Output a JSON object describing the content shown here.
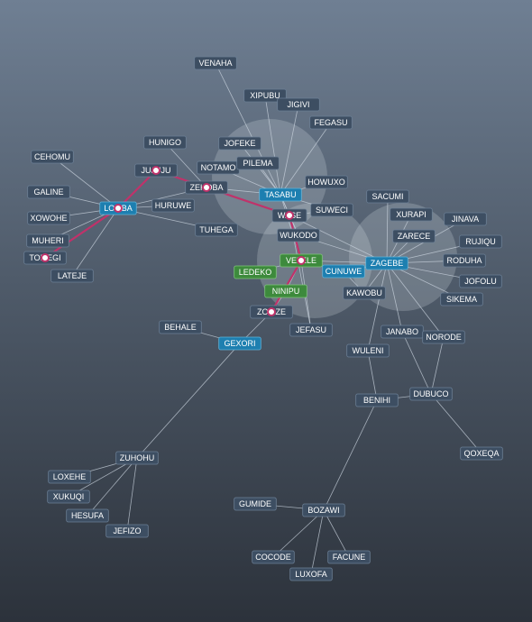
{
  "colors": {
    "node_default": "#3d4e62",
    "node_border": "#6b7f95",
    "node_blue": "#1d7fb0",
    "node_green": "#3d8a3c",
    "edge": "#c9d3dd",
    "path": "#c0326a",
    "halo": "#dfe6ee"
  },
  "nodes": [
    {
      "id": "VENAHA",
      "label": "VENAHA",
      "type": "default"
    },
    {
      "id": "XIPUBU",
      "label": "XIPUBU",
      "type": "default"
    },
    {
      "id": "JIGIVI",
      "label": "JIGIVI",
      "type": "default"
    },
    {
      "id": "FEGASU",
      "label": "FEGASU",
      "type": "default"
    },
    {
      "id": "HUNIGO",
      "label": "HUNIGO",
      "type": "default"
    },
    {
      "id": "JOFEKE",
      "label": "JOFEKE",
      "type": "default"
    },
    {
      "id": "CEHOMU",
      "label": "CEHOMU",
      "type": "default"
    },
    {
      "id": "JUJUJU",
      "label": "JUJUJU",
      "type": "default",
      "on_path": true
    },
    {
      "id": "NOTAMO",
      "label": "NOTAMO",
      "type": "default"
    },
    {
      "id": "PILEMA",
      "label": "PILEMA",
      "type": "default"
    },
    {
      "id": "HOWUXO",
      "label": "HOWUXO",
      "type": "default"
    },
    {
      "id": "ZEHOBA",
      "label": "ZEHOBA",
      "type": "default",
      "on_path": true
    },
    {
      "id": "TASABU",
      "label": "TASABU",
      "type": "blue"
    },
    {
      "id": "GALINE",
      "label": "GALINE",
      "type": "default"
    },
    {
      "id": "SACUMI",
      "label": "SACUMI",
      "type": "default"
    },
    {
      "id": "LOMBA",
      "label": "LOMBA",
      "type": "blue",
      "on_path": true
    },
    {
      "id": "HURUWE",
      "label": "HURUWE",
      "type": "default"
    },
    {
      "id": "SUWECI",
      "label": "SUWECI",
      "type": "default"
    },
    {
      "id": "XURAPI",
      "label": "XURAPI",
      "type": "default"
    },
    {
      "id": "WASE",
      "label": "WASE",
      "type": "default",
      "on_path": true
    },
    {
      "id": "JINAVA",
      "label": "JINAVA",
      "type": "default"
    },
    {
      "id": "XOWOHE",
      "label": "XOWOHE",
      "type": "default"
    },
    {
      "id": "TUHEGA",
      "label": "TUHEGA",
      "type": "default"
    },
    {
      "id": "WUKODO",
      "label": "WUKODO",
      "type": "default"
    },
    {
      "id": "ZARECE",
      "label": "ZARECE",
      "type": "default"
    },
    {
      "id": "MUHERI",
      "label": "MUHERI",
      "type": "default"
    },
    {
      "id": "RUJIQU",
      "label": "RUJIQU",
      "type": "default"
    },
    {
      "id": "TOMEGI",
      "label": "TOMEGI",
      "type": "default",
      "on_path": true
    },
    {
      "id": "VELELE",
      "label": "VELELE",
      "type": "green",
      "on_path": true
    },
    {
      "id": "ZAGEBE",
      "label": "ZAGEBE",
      "type": "blue"
    },
    {
      "id": "RODUHA",
      "label": "RODUHA",
      "type": "default"
    },
    {
      "id": "LEDEKO",
      "label": "LEDEKO",
      "type": "green"
    },
    {
      "id": "CUNUWE",
      "label": "CUNUWE",
      "type": "blue"
    },
    {
      "id": "LATEJE",
      "label": "LATEJE",
      "type": "default"
    },
    {
      "id": "JOFOLU",
      "label": "JOFOLU",
      "type": "default"
    },
    {
      "id": "KAWOBU",
      "label": "KAWOBU",
      "type": "default"
    },
    {
      "id": "NINIPU",
      "label": "NINIPU",
      "type": "green"
    },
    {
      "id": "SIKEMA",
      "label": "SIKEMA",
      "type": "default"
    },
    {
      "id": "ZOZIZE",
      "label": "ZOZIZE",
      "type": "default",
      "on_path": true
    },
    {
      "id": "JEFASU",
      "label": "JEFASU",
      "type": "default"
    },
    {
      "id": "BEHALE",
      "label": "BEHALE",
      "type": "default"
    },
    {
      "id": "JANABO",
      "label": "JANABO",
      "type": "default"
    },
    {
      "id": "NORODE",
      "label": "NORODE",
      "type": "default"
    },
    {
      "id": "GEXORI",
      "label": "GEXORI",
      "type": "blue"
    },
    {
      "id": "WULENI",
      "label": "WULENI",
      "type": "default"
    },
    {
      "id": "BENIHI",
      "label": "BENIHI",
      "type": "default"
    },
    {
      "id": "DUBUCO",
      "label": "DUBUCO",
      "type": "default"
    },
    {
      "id": "QOXEQA",
      "label": "QOXEQA",
      "type": "default"
    },
    {
      "id": "ZUHOHU",
      "label": "ZUHOHU",
      "type": "default"
    },
    {
      "id": "LOXEHE",
      "label": "LOXEHE",
      "type": "default"
    },
    {
      "id": "XUKUQI",
      "label": "XUKUQI",
      "type": "default"
    },
    {
      "id": "HESUFA",
      "label": "HESUFA",
      "type": "default"
    },
    {
      "id": "JEFIZO",
      "label": "JEFIZO",
      "type": "default"
    },
    {
      "id": "GUMIDE",
      "label": "GUMIDE",
      "type": "default"
    },
    {
      "id": "BOZAWI",
      "label": "BOZAWI",
      "type": "default"
    },
    {
      "id": "COCODE",
      "label": "COCODE",
      "type": "default"
    },
    {
      "id": "FACUNE",
      "label": "FACUNE",
      "type": "default"
    },
    {
      "id": "LUXOFA",
      "label": "LUXOFA",
      "type": "default"
    }
  ],
  "edges": [
    [
      "VENAHA",
      "TASABU"
    ],
    [
      "XIPUBU",
      "TASABU"
    ],
    [
      "JIGIVI",
      "TASABU"
    ],
    [
      "FEGASU",
      "TASABU"
    ],
    [
      "HUNIGO",
      "ZEHOBA"
    ],
    [
      "JOFEKE",
      "TASABU"
    ],
    [
      "NOTAMO",
      "TASABU"
    ],
    [
      "PILEMA",
      "TASABU"
    ],
    [
      "HOWUXO",
      "TASABU"
    ],
    [
      "TASABU",
      "WASE"
    ],
    [
      "TASABU",
      "WUKODO"
    ],
    [
      "TASABU",
      "VELELE"
    ],
    [
      "SUWECI",
      "WASE"
    ],
    [
      "ZEHOBA",
      "TASABU"
    ],
    [
      "JUJUJU",
      "ZEHOBA"
    ],
    [
      "ZEHOBA",
      "WASE"
    ],
    [
      "JUJUJU",
      "LOMBA"
    ],
    [
      "CEHOMU",
      "LOMBA"
    ],
    [
      "GALINE",
      "LOMBA"
    ],
    [
      "XOWOHE",
      "LOMBA"
    ],
    [
      "MUHERI",
      "LOMBA"
    ],
    [
      "TOMEGI",
      "LOMBA"
    ],
    [
      "LATEJE",
      "LOMBA"
    ],
    [
      "HURUWE",
      "LOMBA"
    ],
    [
      "LOMBA",
      "TUHEGA"
    ],
    [
      "LOMBA",
      "ZEHOBA"
    ],
    [
      "WASE",
      "VELELE"
    ],
    [
      "WASE",
      "WUKODO"
    ],
    [
      "VELELE",
      "ZOZIZE"
    ],
    [
      "VELELE",
      "ZAGEBE"
    ],
    [
      "VELELE",
      "CUNUWE"
    ],
    [
      "VELELE",
      "LEDEKO"
    ],
    [
      "VELELE",
      "NINIPU"
    ],
    [
      "VELELE",
      "JEFASU"
    ],
    [
      "WUKODO",
      "ZAGEBE"
    ],
    [
      "ZOZIZE",
      "GEXORI"
    ],
    [
      "BEHALE",
      "GEXORI"
    ],
    [
      "GEXORI",
      "ZUHOHU"
    ],
    [
      "ZAGEBE",
      "SACUMI"
    ],
    [
      "ZAGEBE",
      "XURAPI"
    ],
    [
      "ZAGEBE",
      "JINAVA"
    ],
    [
      "ZAGEBE",
      "ZARECE"
    ],
    [
      "ZAGEBE",
      "RUJIQU"
    ],
    [
      "ZAGEBE",
      "RODUHA"
    ],
    [
      "ZAGEBE",
      "JOFOLU"
    ],
    [
      "ZAGEBE",
      "SIKEMA"
    ],
    [
      "ZAGEBE",
      "KAWOBU"
    ],
    [
      "ZAGEBE",
      "JANABO"
    ],
    [
      "ZAGEBE",
      "NORODE"
    ],
    [
      "ZAGEBE",
      "WULENI"
    ],
    [
      "ZAGEBE",
      "CUNUWE"
    ],
    [
      "ZAGEBE",
      "WASE"
    ],
    [
      "CUNUWE",
      "KAWOBU"
    ],
    [
      "WULENI",
      "BENIHI"
    ],
    [
      "JANABO",
      "DUBUCO"
    ],
    [
      "NORODE",
      "DUBUCO"
    ],
    [
      "BENIHI",
      "DUBUCO"
    ],
    [
      "DUBUCO",
      "QOXEQA"
    ],
    [
      "BENIHI",
      "BOZAWI"
    ],
    [
      "ZUHOHU",
      "LOXEHE"
    ],
    [
      "ZUHOHU",
      "XUKUQI"
    ],
    [
      "ZUHOHU",
      "HESUFA"
    ],
    [
      "ZUHOHU",
      "JEFIZO"
    ],
    [
      "BOZAWI",
      "GUMIDE"
    ],
    [
      "BOZAWI",
      "COCODE"
    ],
    [
      "BOZAWI",
      "FACUNE"
    ],
    [
      "BOZAWI",
      "LUXOFA"
    ],
    [
      "WASE",
      "JEFASU"
    ],
    [
      "NINIPU",
      "ZOZIZE"
    ],
    [
      "TASABU",
      "SUWECI"
    ]
  ],
  "path": [
    "TOMEGI",
    "LOMBA",
    "JUJUJU",
    "ZEHOBA",
    "WASE",
    "VELELE",
    "ZOZIZE"
  ]
}
